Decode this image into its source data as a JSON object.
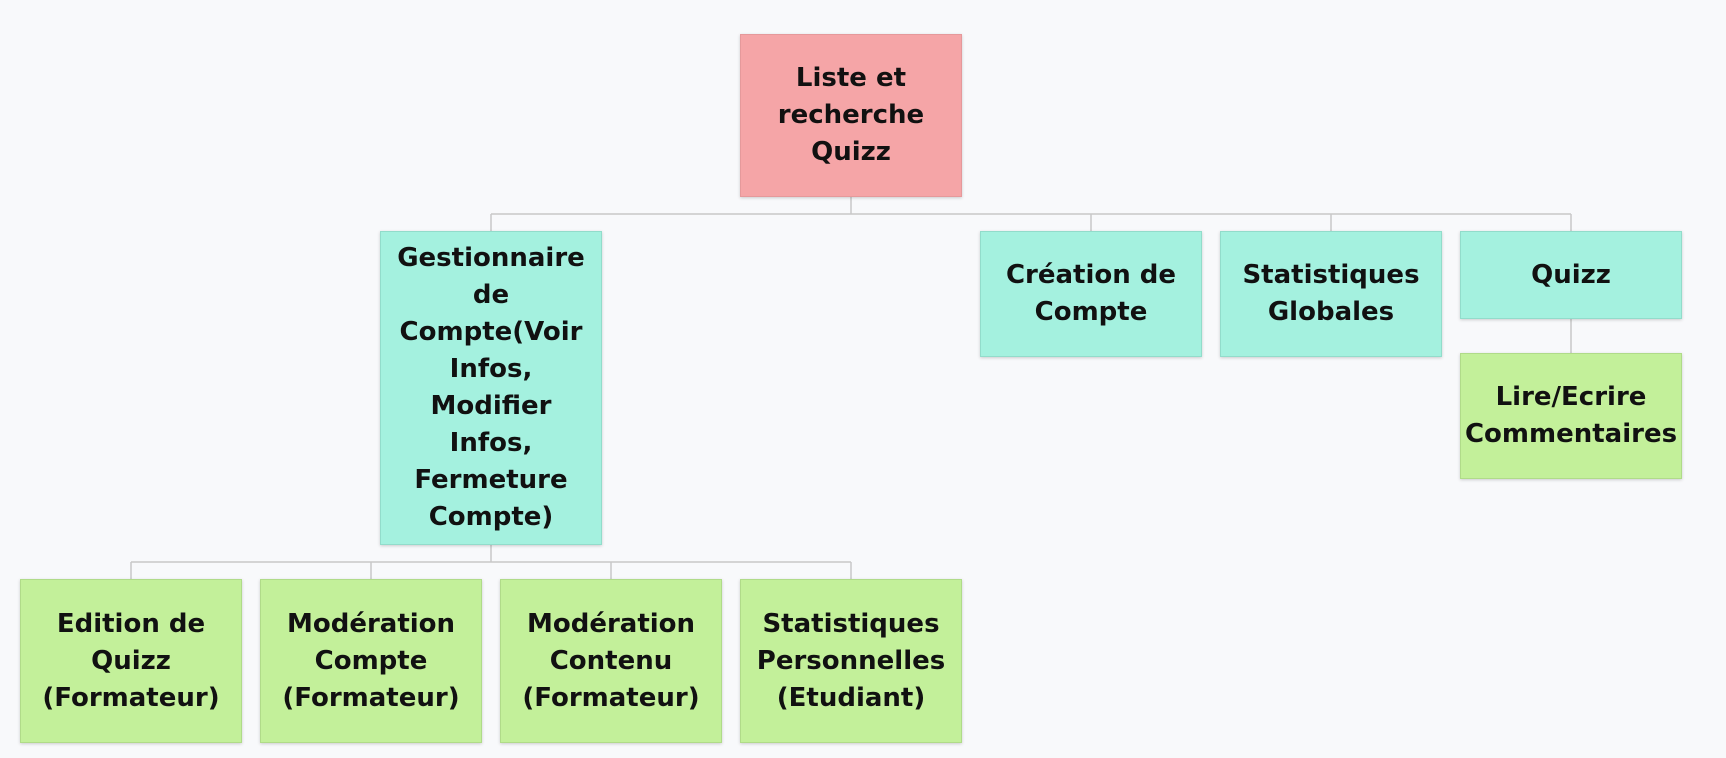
{
  "nodes": {
    "root": "Liste et recherche Quizz",
    "account_manager": "Gestionnaire de Compte(Voir Infos, Modifier Infos, Fermeture Compte)",
    "account_creation": "Création de Compte",
    "global_stats": "Statistiques Globales",
    "quizz": "Quizz",
    "comments": "Lire/Ecrire Commentaires",
    "quiz_edit": "Edition de Quizz (Formateur)",
    "account_moderation": "Modération Compte (Formateur)",
    "content_moderation": "Modération Contenu (Formateur)",
    "personal_stats": "Statistiques Personnelles (Etudiant)"
  },
  "colors": {
    "root": "#f5a5a7",
    "level1": "#a4f1df",
    "leaf": "#c3f09a",
    "connector": "#c8c8c8",
    "background": "#f8f9fb"
  }
}
